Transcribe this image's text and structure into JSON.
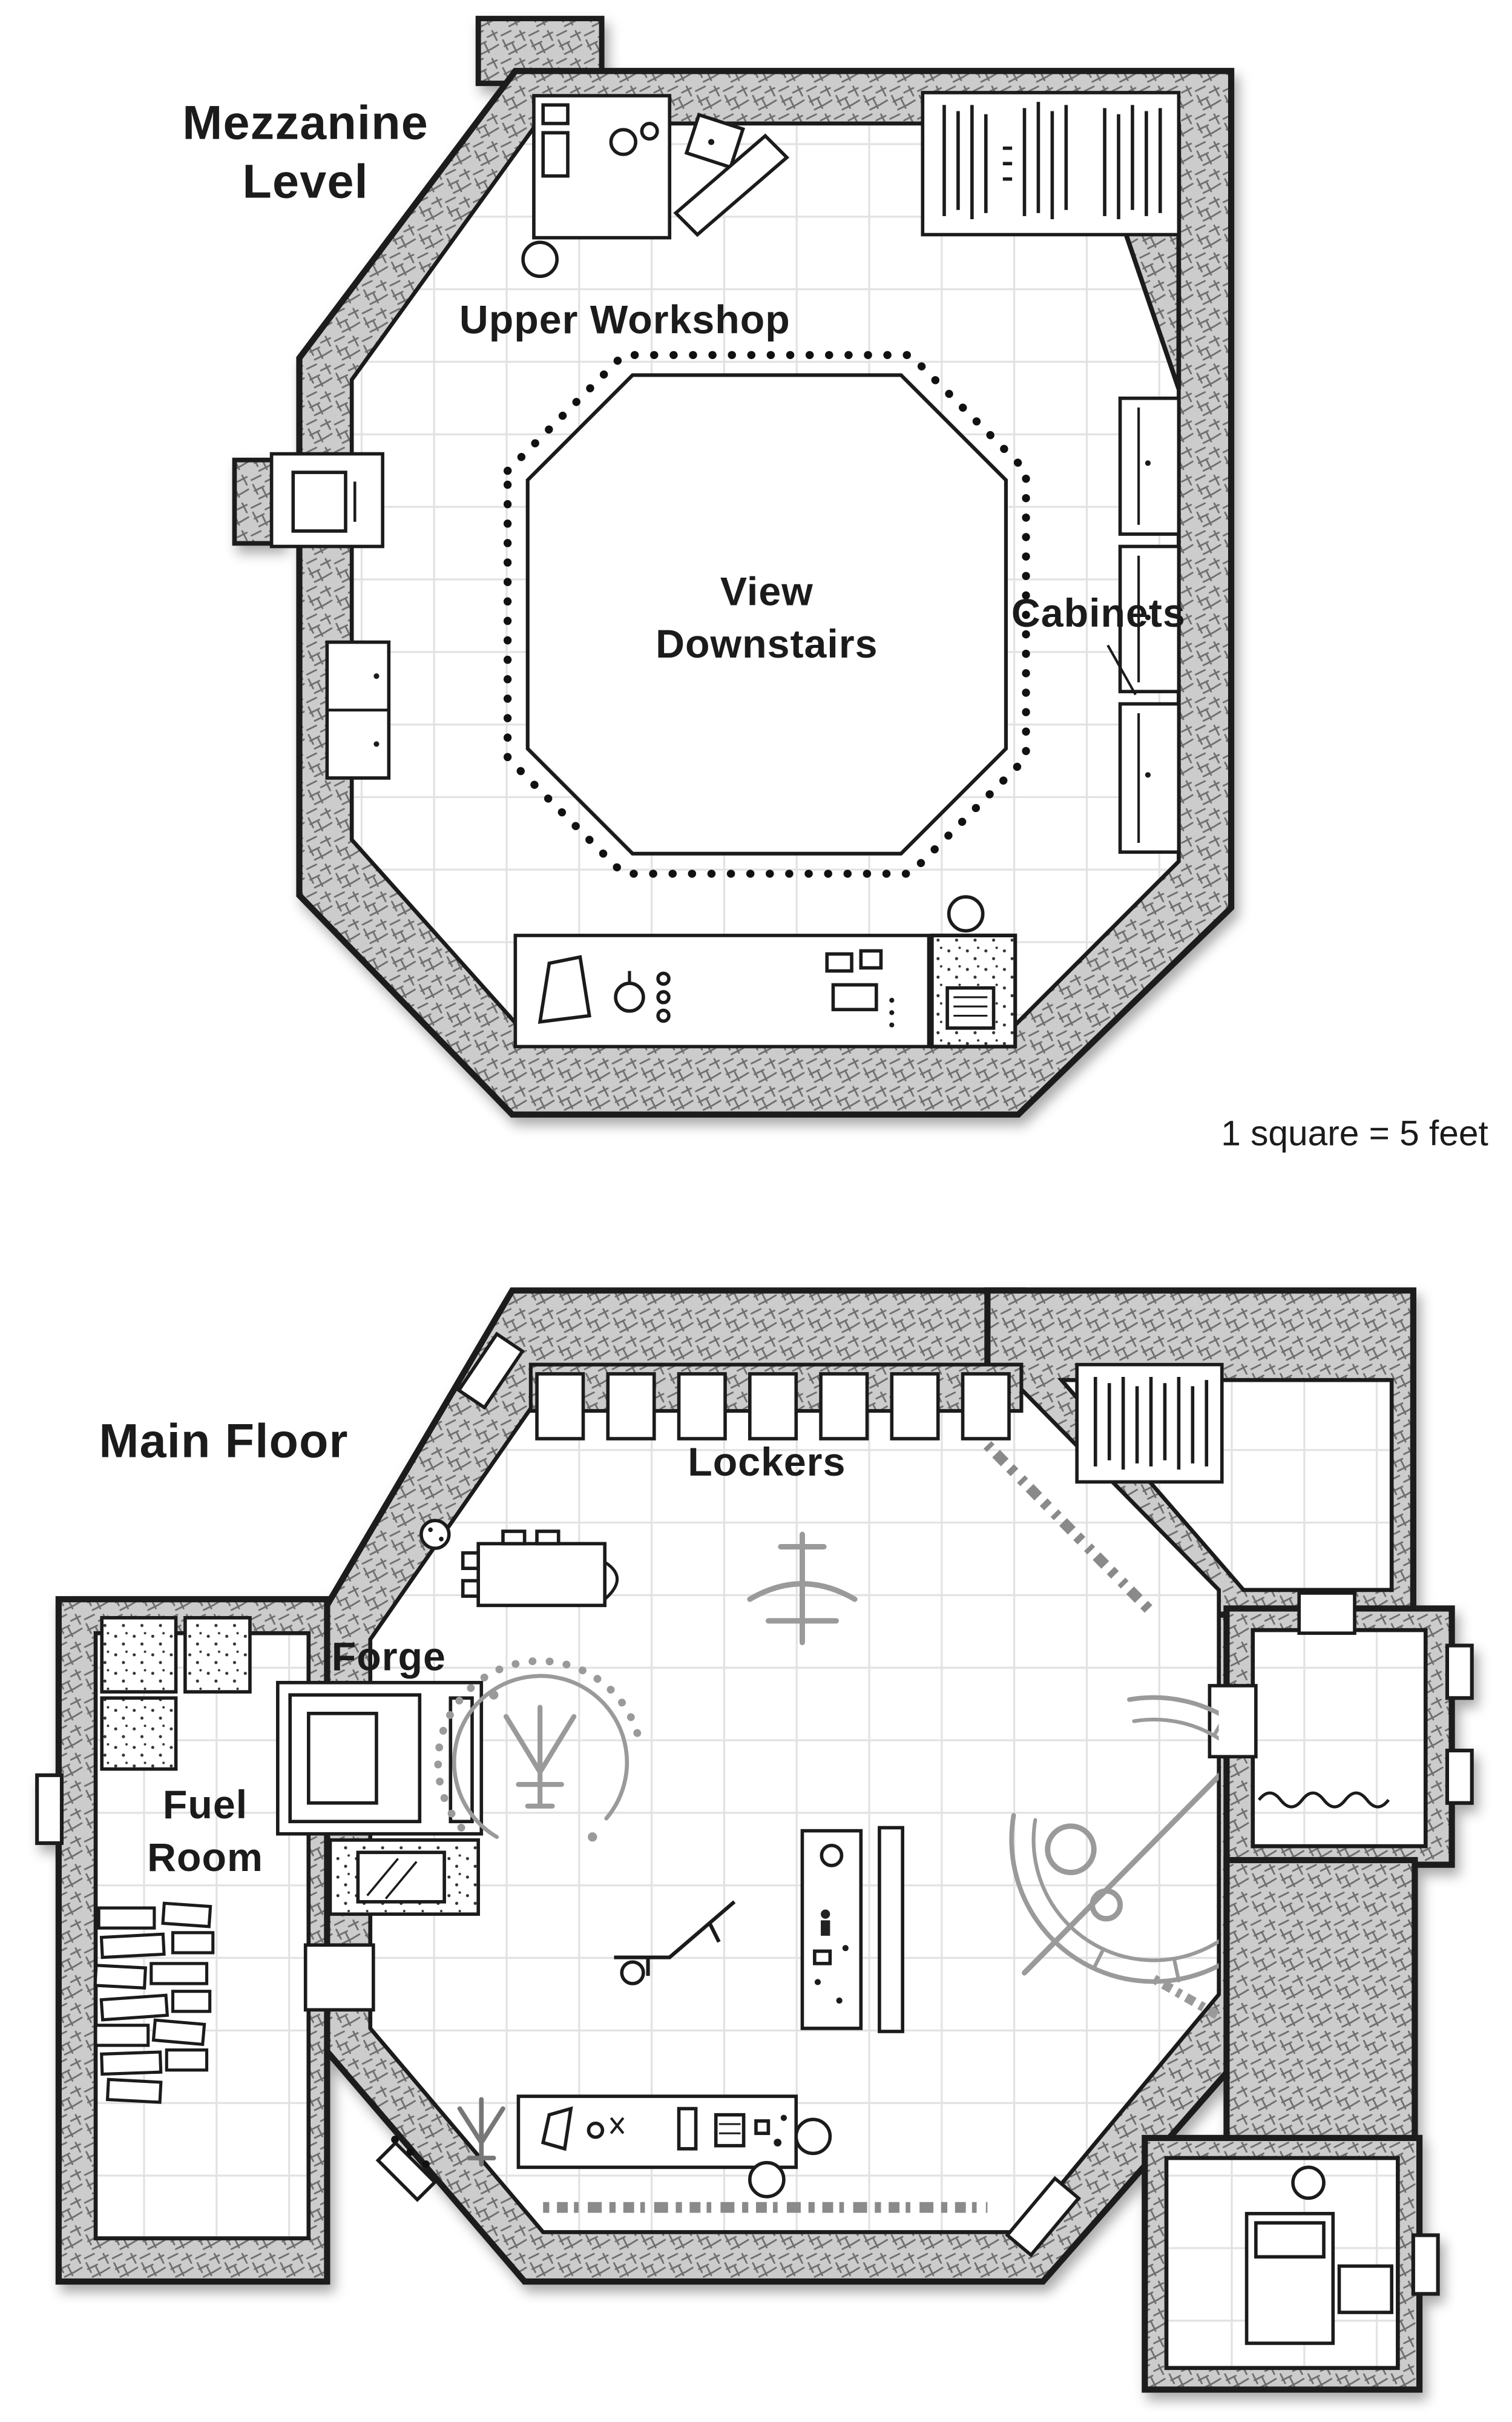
{
  "page": {
    "scale_note": "1 square = 5 feet"
  },
  "mezzanine": {
    "title_line1": "Mezzanine",
    "title_line2": "Level",
    "labels": {
      "upper_workshop": "Upper Workshop",
      "view_line1": "View",
      "view_line2": "Downstairs",
      "cabinets": "Cabinets"
    }
  },
  "main_floor": {
    "title": "Main Floor",
    "labels": {
      "lockers": "Lockers",
      "forge": "Forge",
      "fuel_line1": "Fuel",
      "fuel_line2": "Room"
    }
  },
  "colors": {
    "ink": "#1b1b1b",
    "wall_fill": "#cccccc",
    "wall_scribble": "#6e6e6e",
    "grid_line": "#e2e2e2",
    "glyph_gray": "#9a9a9a"
  }
}
